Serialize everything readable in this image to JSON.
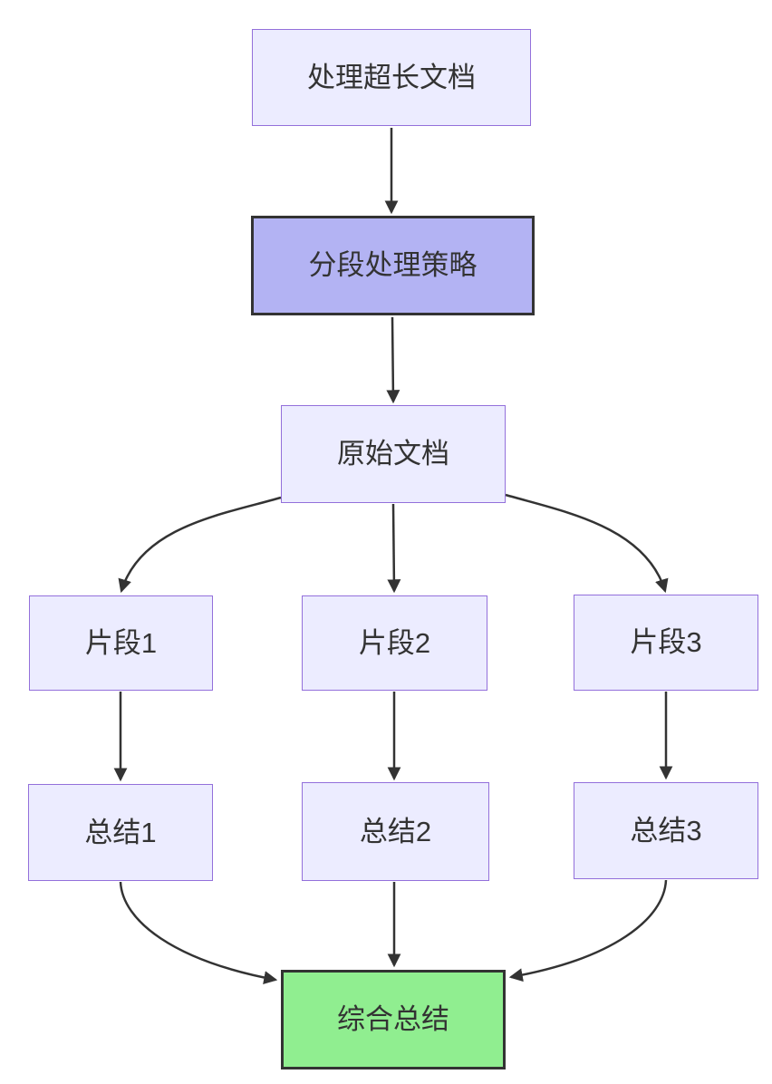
{
  "diagram": {
    "type": "flowchart",
    "direction": "top-down",
    "nodes": [
      {
        "id": "A",
        "label": "处理超长文档",
        "style": "default"
      },
      {
        "id": "B",
        "label": "分段处理策略",
        "style": "highlight"
      },
      {
        "id": "C",
        "label": "原始文档",
        "style": "default"
      },
      {
        "id": "D1",
        "label": "片段1",
        "style": "default"
      },
      {
        "id": "D2",
        "label": "片段2",
        "style": "default"
      },
      {
        "id": "D3",
        "label": "片段3",
        "style": "default"
      },
      {
        "id": "E1",
        "label": "总结1",
        "style": "default"
      },
      {
        "id": "E2",
        "label": "总结2",
        "style": "default"
      },
      {
        "id": "E3",
        "label": "总结3",
        "style": "default"
      },
      {
        "id": "F",
        "label": "综合总结",
        "style": "success"
      }
    ],
    "edges": [
      {
        "from": "A",
        "to": "B"
      },
      {
        "from": "B",
        "to": "C"
      },
      {
        "from": "C",
        "to": "D1"
      },
      {
        "from": "C",
        "to": "D2"
      },
      {
        "from": "C",
        "to": "D3"
      },
      {
        "from": "D1",
        "to": "E1"
      },
      {
        "from": "D2",
        "to": "E2"
      },
      {
        "from": "D3",
        "to": "E3"
      },
      {
        "from": "E1",
        "to": "F"
      },
      {
        "from": "E2",
        "to": "F"
      },
      {
        "from": "E3",
        "to": "F"
      }
    ],
    "colors": {
      "background": "#FFFFFF",
      "node_fill": "#ECECFF",
      "node_border": "#9370DB",
      "highlight_fill": "#B3B3F3",
      "highlight_border": "#333333",
      "success_fill": "#90EE90",
      "success_border": "#333333",
      "edge": "#333333",
      "text": "#333333"
    }
  }
}
